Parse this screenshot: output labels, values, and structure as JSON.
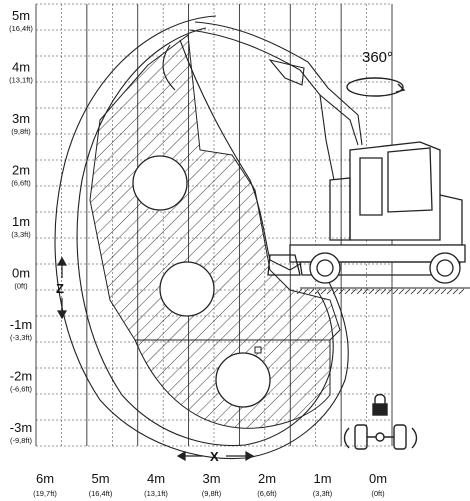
{
  "chart_data": {
    "type": "diagram",
    "y_labels": [
      {
        "m": "5m",
        "ft": "(16,4ft)"
      },
      {
        "m": "4m",
        "ft": "(13,1ft)"
      },
      {
        "m": "3m",
        "ft": "(9,8ft)"
      },
      {
        "m": "2m",
        "ft": "(6,6ft)"
      },
      {
        "m": "1m",
        "ft": "(3,3ft)"
      },
      {
        "m": "0m",
        "ft": "(0ft)"
      },
      {
        "m": "-1m",
        "ft": "(-3,3ft)"
      },
      {
        "m": "-2m",
        "ft": "(-6,6ft)"
      },
      {
        "m": "-3m",
        "ft": "(-9,8ft)"
      }
    ],
    "x_labels": [
      {
        "m": "6m",
        "ft": "(19,7ft)"
      },
      {
        "m": "5m",
        "ft": "(16,4ft)"
      },
      {
        "m": "4m",
        "ft": "(13,1ft)"
      },
      {
        "m": "3m",
        "ft": "(9,8ft)"
      },
      {
        "m": "2m",
        "ft": "(6,6ft)"
      },
      {
        "m": "1m",
        "ft": "(3,3ft)"
      },
      {
        "m": "0m",
        "ft": "(0ft)"
      }
    ],
    "rotation_label": "360°",
    "x_axis_letter": "X",
    "z_axis_letter": "Z"
  }
}
